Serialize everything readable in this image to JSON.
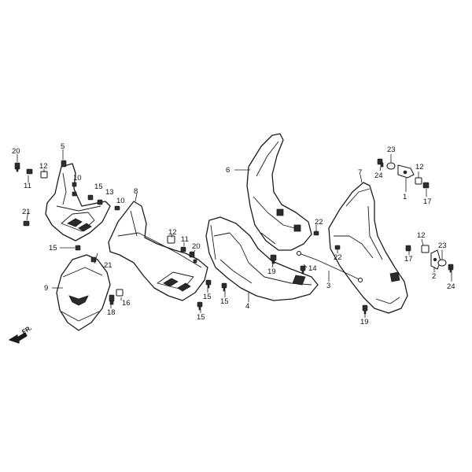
{
  "callouts": [
    {
      "id": "c20a",
      "label": "20"
    },
    {
      "id": "c5",
      "label": "5"
    },
    {
      "id": "c11a",
      "label": "11"
    },
    {
      "id": "c12a",
      "label": "12"
    },
    {
      "id": "c10a",
      "label": "10"
    },
    {
      "id": "c15a",
      "label": "15"
    },
    {
      "id": "c13",
      "label": "13"
    },
    {
      "id": "c10b",
      "label": "10"
    },
    {
      "id": "c8",
      "label": "8"
    },
    {
      "id": "c21a",
      "label": "21"
    },
    {
      "id": "c15b",
      "label": "15"
    },
    {
      "id": "c21b",
      "label": "21"
    },
    {
      "id": "c9",
      "label": "9"
    },
    {
      "id": "c16",
      "label": "16"
    },
    {
      "id": "c18",
      "label": "18"
    },
    {
      "id": "c12b",
      "label": "12"
    },
    {
      "id": "c11b",
      "label": "11"
    },
    {
      "id": "c20b",
      "label": "20"
    },
    {
      "id": "c15c",
      "label": "15"
    },
    {
      "id": "c15d",
      "label": "15"
    },
    {
      "id": "c15e",
      "label": "15"
    },
    {
      "id": "c6",
      "label": "6"
    },
    {
      "id": "c22a",
      "label": "22"
    },
    {
      "id": "c22b",
      "label": "22"
    },
    {
      "id": "c19a",
      "label": "19"
    },
    {
      "id": "c14",
      "label": "14"
    },
    {
      "id": "c3",
      "label": "3"
    },
    {
      "id": "c4",
      "label": "4"
    },
    {
      "id": "c7",
      "label": "7"
    },
    {
      "id": "c23a",
      "label": "23"
    },
    {
      "id": "c24a",
      "label": "24"
    },
    {
      "id": "c12c",
      "label": "12"
    },
    {
      "id": "c1",
      "label": "1"
    },
    {
      "id": "c17a",
      "label": "17"
    },
    {
      "id": "c12d",
      "label": "12"
    },
    {
      "id": "c23b",
      "label": "23"
    },
    {
      "id": "c17b",
      "label": "17"
    },
    {
      "id": "c2",
      "label": "2"
    },
    {
      "id": "c24b",
      "label": "24"
    },
    {
      "id": "c19b",
      "label": "19"
    }
  ],
  "direction_label": "FR."
}
